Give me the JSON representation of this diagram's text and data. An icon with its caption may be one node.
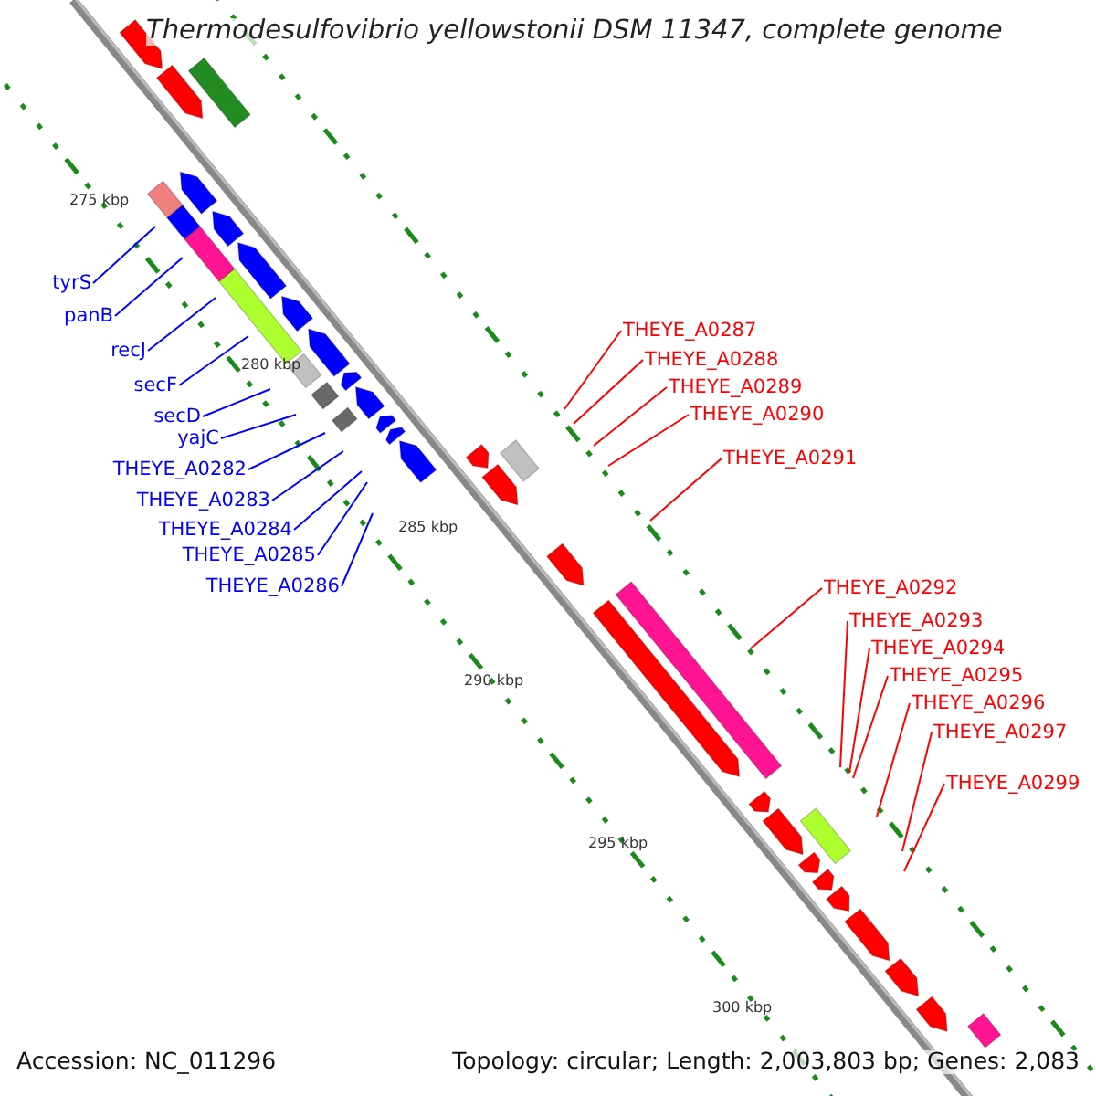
{
  "diagram": {
    "title": "Thermodesulfovibrio yellowstonii DSM 11347, complete genome",
    "nodes": [
      {
        "text": [
          "tyrS"
        ]
      },
      {
        "text": [
          "panB"
        ]
      },
      {
        "text": [
          "recJ"
        ]
      },
      {
        "text": [
          "secF"
        ]
      },
      {
        "text": [
          "secD"
        ]
      },
      {
        "text": [
          "yajC"
        ]
      },
      {
        "text": [
          "THEYE_A0282"
        ]
      },
      {
        "text": [
          "THEYE_A0283"
        ]
      },
      {
        "text": [
          "THEYE_A0284"
        ]
      },
      {
        "text": [
          "THEYE_A0285"
        ]
      },
      {
        "text": [
          "THEYE_A0286"
        ]
      },
      {
        "text": [
          "THEYE_A0287"
        ]
      },
      {
        "text": [
          "THEYE_A0288"
        ]
      },
      {
        "text": [
          "THEYE_A0289"
        ]
      },
      {
        "text": [
          "THEYE_A0290"
        ]
      },
      {
        "text": [
          "THEYE_A0291"
        ]
      },
      {
        "text": [
          "THEYE_A0292"
        ]
      },
      {
        "text": [
          "THEYE_A0293"
        ]
      },
      {
        "text": [
          "THEYE_A0294"
        ]
      },
      {
        "text": [
          "THEYE_A0295"
        ]
      },
      {
        "text": [
          "THEYE_A0296"
        ]
      },
      {
        "text": [
          "THEYE_A0297"
        ]
      },
      {
        "text": [
          "THEYE_A0299"
        ]
      }
    ],
    "edges": [
      {
        "from": 0,
        "to": null,
        "arrow": "none",
        "color": "#0000ff"
      },
      {
        "from": 1,
        "to": null,
        "arrow": "none",
        "color": "#0000ff"
      },
      {
        "from": 2,
        "to": null,
        "arrow": "none",
        "color": "#0000ff"
      },
      {
        "from": 3,
        "to": null,
        "arrow": "none",
        "color": "#0000ff"
      },
      {
        "from": 4,
        "to": null,
        "arrow": "none",
        "color": "#0000ff"
      },
      {
        "from": 5,
        "to": null,
        "arrow": "none",
        "color": "#0000ff"
      },
      {
        "from": 6,
        "to": null,
        "arrow": "none",
        "color": "#0000ff"
      },
      {
        "from": 7,
        "to": null,
        "arrow": "none",
        "color": "#0000ff"
      },
      {
        "from": 8,
        "to": null,
        "arrow": "none",
        "color": "#0000ff"
      },
      {
        "from": 9,
        "to": null,
        "arrow": "none",
        "color": "#0000ff"
      },
      {
        "from": 10,
        "to": null,
        "arrow": "none",
        "color": "#0000ff"
      },
      {
        "from": 11,
        "to": null,
        "arrow": "none"
      },
      {
        "from": 12,
        "to": null,
        "arrow": "none"
      },
      {
        "from": 13,
        "to": null,
        "arrow": "none"
      },
      {
        "from": 14,
        "to": null,
        "arrow": "none"
      },
      {
        "from": 15,
        "to": null,
        "arrow": "none"
      },
      {
        "from": 16,
        "to": null,
        "arrow": "none"
      },
      {
        "from": 17,
        "to": null,
        "arrow": "none"
      },
      {
        "from": 18,
        "to": null,
        "arrow": "none"
      },
      {
        "from": 19,
        "to": null,
        "arrow": "none"
      },
      {
        "from": 20,
        "to": null,
        "arrow": "none"
      },
      {
        "from": 21,
        "to": null,
        "arrow": "none"
      },
      {
        "from": 22,
        "to": null,
        "arrow": "none"
      }
    ],
    "labels": [
      "275 kbp",
      "280 kbp",
      "285 kbp",
      "290 kbp",
      "295 kbp",
      "300 kbp",
      "Accession: NC_011296",
      "Topology: circular; Length: 2,003,803 bp; Genes: 2,083"
    ]
  }
}
